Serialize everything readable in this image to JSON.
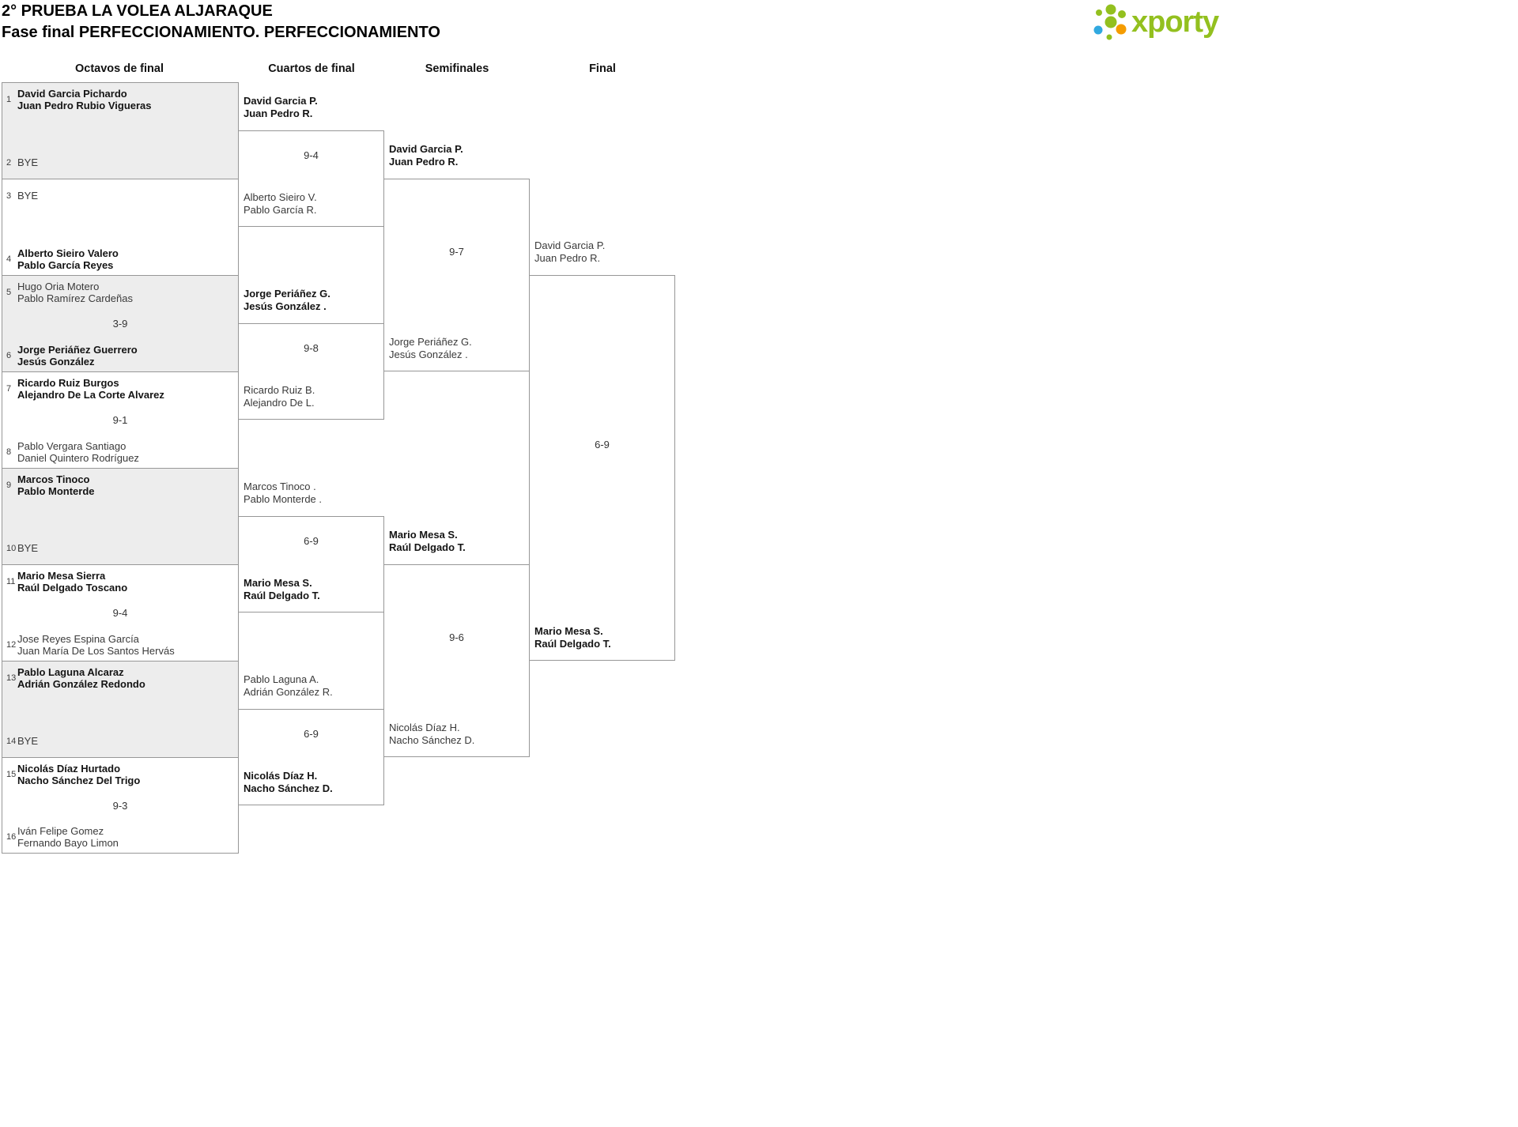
{
  "header": {
    "title": "2° PRUEBA LA VOLEA ALJARAQUE",
    "subtitle": "Fase final PERFECCIONAMIENTO. PERFECCIONAMIENTO"
  },
  "logo": {
    "text": "xporty",
    "green": "#93c01f",
    "orange": "#f59c00",
    "blue": "#31a9e0"
  },
  "round_headers": [
    "Octavos de final",
    "Cuartos de final",
    "Semifinales",
    "Final"
  ],
  "octavos": [
    {
      "score": "",
      "top": {
        "seed": "1",
        "name1": "David Garcia Pichardo",
        "name2": "Juan Pedro Rubio Vigueras",
        "winner": true
      },
      "bottom": {
        "seed": "2",
        "name1": "BYE",
        "name2": "",
        "winner": false
      }
    },
    {
      "score": "",
      "top": {
        "seed": "3",
        "name1": "BYE",
        "name2": "",
        "winner": false
      },
      "bottom": {
        "seed": "4",
        "name1": "Alberto Sieiro Valero",
        "name2": "Pablo García Reyes",
        "winner": true
      }
    },
    {
      "score": "3-9",
      "top": {
        "seed": "5",
        "name1": "Hugo Oria Motero",
        "name2": "Pablo Ramírez Cardeñas",
        "winner": false
      },
      "bottom": {
        "seed": "6",
        "name1": "Jorge Periáñez Guerrero",
        "name2": "Jesús González",
        "winner": true
      }
    },
    {
      "score": "9-1",
      "top": {
        "seed": "7",
        "name1": "Ricardo Ruiz Burgos",
        "name2": "Alejandro De La Corte Alvarez",
        "winner": true
      },
      "bottom": {
        "seed": "8",
        "name1": "Pablo Vergara Santiago",
        "name2": "Daniel Quintero Rodríguez",
        "winner": false
      }
    },
    {
      "score": "",
      "top": {
        "seed": "9",
        "name1": "Marcos Tinoco",
        "name2": "Pablo Monterde",
        "winner": true
      },
      "bottom": {
        "seed": "10",
        "name1": "BYE",
        "name2": "",
        "winner": false
      }
    },
    {
      "score": "9-4",
      "top": {
        "seed": "11",
        "name1": "Mario Mesa Sierra",
        "name2": "Raúl Delgado Toscano",
        "winner": true
      },
      "bottom": {
        "seed": "12",
        "name1": "Jose Reyes Espina García",
        "name2": "Juan María De Los Santos Hervás",
        "winner": false
      }
    },
    {
      "score": "",
      "top": {
        "seed": "13",
        "name1": "Pablo Laguna Alcaraz",
        "name2": "Adrián González Redondo",
        "winner": true
      },
      "bottom": {
        "seed": "14",
        "name1": "BYE",
        "name2": "",
        "winner": false
      }
    },
    {
      "score": "9-3",
      "top": {
        "seed": "15",
        "name1": "Nicolás Díaz Hurtado",
        "name2": "Nacho Sánchez Del Trigo",
        "winner": true
      },
      "bottom": {
        "seed": "16",
        "name1": "Iván Felipe Gomez",
        "name2": "Fernando Bayo Limon",
        "winner": false
      }
    }
  ],
  "cuartos": [
    {
      "score": "9-4",
      "top": {
        "name1": "David Garcia P.",
        "name2": "Juan Pedro R.",
        "winner": true
      },
      "bottom": {
        "name1": "Alberto Sieiro V.",
        "name2": "Pablo García R.",
        "winner": false
      }
    },
    {
      "score": "9-8",
      "top": {
        "name1": "Jorge Periáñez G.",
        "name2": "Jesús González .",
        "winner": true
      },
      "bottom": {
        "name1": "Ricardo Ruiz B.",
        "name2": "Alejandro De L.",
        "winner": false
      }
    },
    {
      "score": "6-9",
      "top": {
        "name1": "Marcos Tinoco .",
        "name2": "Pablo Monterde .",
        "winner": false
      },
      "bottom": {
        "name1": "Mario Mesa S.",
        "name2": "Raúl Delgado T.",
        "winner": true
      }
    },
    {
      "score": "6-9",
      "top": {
        "name1": "Pablo Laguna A.",
        "name2": "Adrián González R.",
        "winner": false
      },
      "bottom": {
        "name1": "Nicolás Díaz H.",
        "name2": "Nacho Sánchez D.",
        "winner": true
      }
    }
  ],
  "semifinales": [
    {
      "score": "9-7",
      "top": {
        "name1": "David Garcia P.",
        "name2": "Juan Pedro R.",
        "winner": true
      },
      "bottom": {
        "name1": "Jorge Periáñez G.",
        "name2": "Jesús González .",
        "winner": false
      }
    },
    {
      "score": "9-6",
      "top": {
        "name1": "Mario Mesa S.",
        "name2": "Raúl Delgado T.",
        "winner": true
      },
      "bottom": {
        "name1": "Nicolás Díaz H.",
        "name2": "Nacho Sánchez D.",
        "winner": false
      }
    }
  ],
  "final": {
    "score": "6-9",
    "top": {
      "name1": "David Garcia P.",
      "name2": "Juan Pedro R.",
      "winner": false
    },
    "bottom": {
      "name1": "Mario Mesa S.",
      "name2": "Raúl Delgado T.",
      "winner": true
    }
  }
}
